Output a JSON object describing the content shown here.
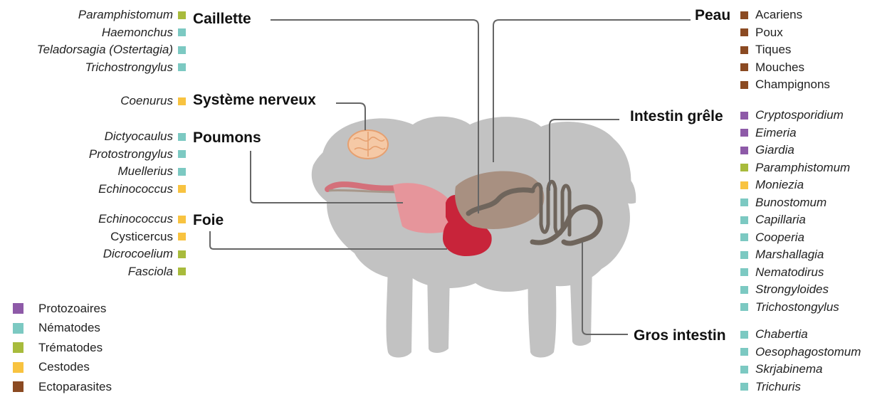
{
  "colors": {
    "protozoa": "#8e5aa8",
    "nematode": "#7cc9c2",
    "trematode": "#a8bb3c",
    "cestode": "#f8c340",
    "ectoparasite": "#8b4a22",
    "sheep": "#c2c2c2",
    "connector": "#666666"
  },
  "organs": {
    "abomasum": {
      "title": "Caillette",
      "parasites": [
        {
          "name": "Paramphistomum",
          "group": "trematode",
          "italic": true
        },
        {
          "name": "Haemonchus",
          "group": "nematode",
          "italic": true
        },
        {
          "name": "Teladorsagia (Ostertagia)",
          "group": "nematode",
          "italic": true
        },
        {
          "name": "Trichostrongylus",
          "group": "nematode",
          "italic": true
        }
      ]
    },
    "nervous": {
      "title": "Système nerveux",
      "parasites": [
        {
          "name": "Coenurus",
          "group": "cestode",
          "italic": true
        }
      ]
    },
    "lungs": {
      "title": "Poumons",
      "parasites": [
        {
          "name": "Dictyocaulus",
          "group": "nematode",
          "italic": true
        },
        {
          "name": "Protostrongylus",
          "group": "nematode",
          "italic": true
        },
        {
          "name": "Muellerius",
          "group": "nematode",
          "italic": true
        },
        {
          "name": "Echinococcus",
          "group": "cestode",
          "italic": true
        }
      ]
    },
    "liver": {
      "title": "Foie",
      "parasites": [
        {
          "name": "Echinococcus",
          "group": "cestode",
          "italic": true
        },
        {
          "name": "Cysticercus",
          "group": "cestode",
          "italic": false
        },
        {
          "name": "Dicrocoelium",
          "group": "trematode",
          "italic": true
        },
        {
          "name": "Fasciola",
          "group": "trematode",
          "italic": true
        }
      ]
    },
    "skin": {
      "title": "Peau",
      "parasites": [
        {
          "name": "Acariens",
          "group": "ectoparasite",
          "italic": false
        },
        {
          "name": "Poux",
          "group": "ectoparasite",
          "italic": false
        },
        {
          "name": "Tiques",
          "group": "ectoparasite",
          "italic": false
        },
        {
          "name": "Mouches",
          "group": "ectoparasite",
          "italic": false
        },
        {
          "name": "Champignons",
          "group": "ectoparasite",
          "italic": false
        }
      ]
    },
    "small_intestine": {
      "title": "Intestin grêle",
      "parasites": [
        {
          "name": "Cryptosporidium",
          "group": "protozoa",
          "italic": true
        },
        {
          "name": "Eimeria",
          "group": "protozoa",
          "italic": true
        },
        {
          "name": "Giardia",
          "group": "protozoa",
          "italic": true
        },
        {
          "name": "Paramphistomum",
          "group": "trematode",
          "italic": true
        },
        {
          "name": "Moniezia",
          "group": "cestode",
          "italic": true
        },
        {
          "name": "Bunostomum",
          "group": "nematode",
          "italic": true
        },
        {
          "name": "Capillaria",
          "group": "nematode",
          "italic": true
        },
        {
          "name": "Cooperia",
          "group": "nematode",
          "italic": true
        },
        {
          "name": "Marshallagia",
          "group": "nematode",
          "italic": true
        },
        {
          "name": "Nematodirus",
          "group": "nematode",
          "italic": true
        },
        {
          "name": "Strongyloides",
          "group": "nematode",
          "italic": true
        },
        {
          "name": "Trichostongylus",
          "group": "nematode",
          "italic": true
        }
      ]
    },
    "large_intestine": {
      "title": "Gros intestin",
      "parasites": [
        {
          "name": "Chabertia",
          "group": "nematode",
          "italic": true
        },
        {
          "name": "Oesophagostomum",
          "group": "nematode",
          "italic": true
        },
        {
          "name": "Skrjabinema",
          "group": "nematode",
          "italic": true
        },
        {
          "name": "Trichuris",
          "group": "nematode",
          "italic": true
        }
      ]
    }
  },
  "legend": [
    {
      "label": "Protozoaires",
      "group": "protozoa"
    },
    {
      "label": "Nématodes",
      "group": "nematode"
    },
    {
      "label": "Trématodes",
      "group": "trematode"
    },
    {
      "label": "Cestodes",
      "group": "cestode"
    },
    {
      "label": "Ectoparasites",
      "group": "ectoparasite"
    }
  ]
}
